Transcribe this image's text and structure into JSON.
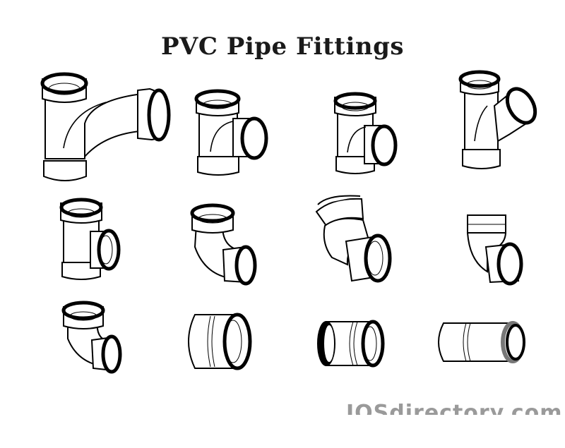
{
  "title": "PVC Pipe Fittings",
  "watermark": "IQSdirectory.com",
  "colors": {
    "outline": "#000000",
    "background": "#ffffff",
    "watermark": "#9a9a9a"
  },
  "fittings": [
    {
      "row": 1,
      "col": 1,
      "shape": "long-sweep-elbow"
    },
    {
      "row": 1,
      "col": 2,
      "shape": "sanitary-tee"
    },
    {
      "row": 1,
      "col": 3,
      "shape": "sanitary-tee"
    },
    {
      "row": 1,
      "col": 4,
      "shape": "wye"
    },
    {
      "row": 2,
      "col": 1,
      "shape": "tee"
    },
    {
      "row": 2,
      "col": 2,
      "shape": "elbow-90"
    },
    {
      "row": 2,
      "col": 3,
      "shape": "street-elbow"
    },
    {
      "row": 2,
      "col": 4,
      "shape": "street-elbow-small"
    },
    {
      "row": 3,
      "col": 1,
      "shape": "elbow-90-short"
    },
    {
      "row": 3,
      "col": 2,
      "shape": "coupling"
    },
    {
      "row": 3,
      "col": 3,
      "shape": "coupling-with-ring"
    },
    {
      "row": 3,
      "col": 4,
      "shape": "pipe-section"
    }
  ]
}
